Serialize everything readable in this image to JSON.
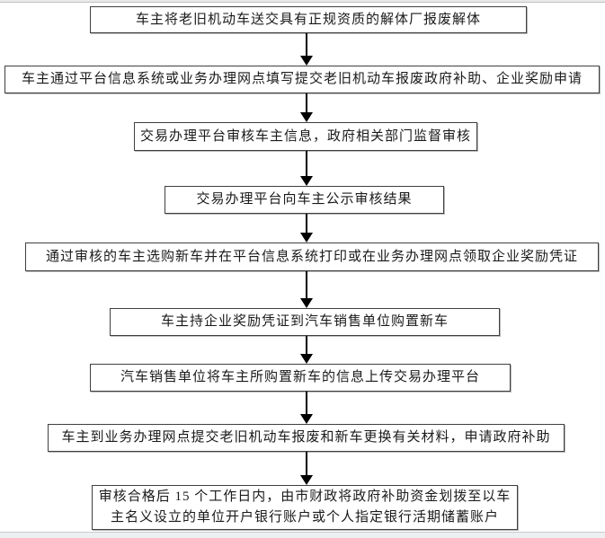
{
  "diagram": {
    "type": "flowchart",
    "direction": "top-down",
    "steps": [
      {
        "text": "车主将老旧机动车送交具有正规资质的解体厂报废解体"
      },
      {
        "text": "车主通过平台信息系统或业务办理网点填写提交老旧机动车报废政府补助、企业奖励申请"
      },
      {
        "text": "交易办理平台审核车主信息，政府相关部门监督审核"
      },
      {
        "text": "交易办理平台向车主公示审核结果"
      },
      {
        "text": "通过审核的车主选购新车并在平台信息系统打印或在业务办理网点领取企业奖励凭证"
      },
      {
        "text": "车主持企业奖励凭证到汽车销售单位购置新车"
      },
      {
        "text": "汽车销售单位将车主所购置新车的信息上传交易办理平台"
      },
      {
        "text": "车主到业务办理网点提交老旧机动车报废和新车更换有关材料，申请政府补助"
      },
      {
        "text": "审核合格后 15 个工作日内，由市财政将政府补助资金划拨至以车主名义设立的单位开户银行账户或个人指定银行活期储蓄账户"
      }
    ],
    "connectors": {
      "count": 8,
      "style": "solid-vertical-line-with-filled-arrowhead",
      "color": "#000000"
    },
    "colors": {
      "background": "#ffffff",
      "box_fill": "#ffffff",
      "box_border": "#3f3f3f",
      "text": "#1a1a1a",
      "edge_strip": "#edeff1"
    }
  }
}
